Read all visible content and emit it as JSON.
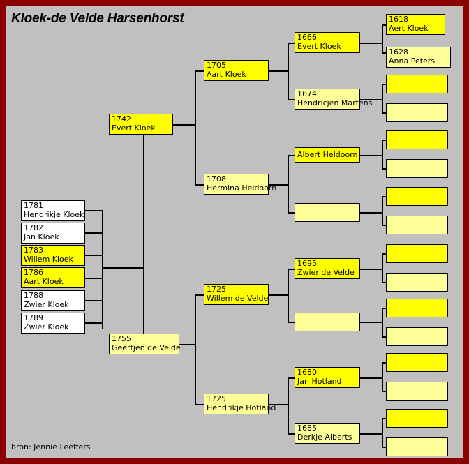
{
  "title": "Kloek-de Velde Harsenhorst",
  "source": "bron: Jennie Leeffers",
  "colors": {
    "page_border": "#8b0000",
    "canvas": "#c0c0c0",
    "male_fill": "#ffff00",
    "female_fill": "#ffff99",
    "child_fill": "#ffffff",
    "line": "#000000"
  },
  "children": [
    {
      "year": "1781",
      "name": "Hendrikje Kloek",
      "fill": "white"
    },
    {
      "year": "1782",
      "name": "Jan Kloek",
      "fill": "white"
    },
    {
      "year": "1783",
      "name": "Willem Kloek",
      "fill": "yellow"
    },
    {
      "year": "1786",
      "name": "Aart Kloek",
      "fill": "yellow"
    },
    {
      "year": "1788",
      "name": "Zwier Kloek",
      "fill": "white"
    },
    {
      "year": "1789",
      "name": "Zwier Kloek",
      "fill": "white"
    }
  ],
  "parents": [
    {
      "year": "1742",
      "name": "Evert Kloek",
      "fill": "yellow"
    },
    {
      "year": "1755",
      "name": "Geertjen de Velde",
      "fill": "pale-yellow"
    }
  ],
  "grandparents": [
    {
      "year": "1705",
      "name": "Aart Kloek",
      "fill": "yellow"
    },
    {
      "year": "1708",
      "name": "Hermina Heldoorn",
      "fill": "pale-yellow"
    },
    {
      "year": "1725",
      "name": "Willem de Velde",
      "fill": "yellow"
    },
    {
      "year": "1725",
      "name": "Hendrikje Hotland",
      "fill": "pale-yellow"
    }
  ],
  "great_grandparents": [
    {
      "year": "1666",
      "name": "Evert Kloek",
      "fill": "yellow"
    },
    {
      "year": "1674",
      "name": "Hendricjen Martens",
      "fill": "pale-yellow"
    },
    {
      "year": "",
      "name": "Albert Heldoorn",
      "fill": "yellow"
    },
    {
      "year": "",
      "name": "",
      "fill": "pale-yellow"
    },
    {
      "year": "1695",
      "name": "Zwier de Velde",
      "fill": "yellow"
    },
    {
      "year": "",
      "name": "",
      "fill": "pale-yellow"
    },
    {
      "year": "1680",
      "name": "Jan Hotland",
      "fill": "yellow"
    },
    {
      "year": "1685",
      "name": "Derkje Alberts",
      "fill": "pale-yellow"
    }
  ],
  "great_great_grandparents": [
    {
      "year": "1618",
      "name": "Aert Kloek",
      "fill": "yellow"
    },
    {
      "year": "1628",
      "name": "Anna Peters",
      "fill": "pale-yellow"
    },
    {
      "year": "",
      "name": "",
      "fill": "yellow"
    },
    {
      "year": "",
      "name": "",
      "fill": "pale-yellow"
    },
    {
      "year": "",
      "name": "",
      "fill": "yellow"
    },
    {
      "year": "",
      "name": "",
      "fill": "pale-yellow"
    },
    {
      "year": "",
      "name": "",
      "fill": "yellow"
    },
    {
      "year": "",
      "name": "",
      "fill": "pale-yellow"
    },
    {
      "year": "",
      "name": "",
      "fill": "yellow"
    },
    {
      "year": "",
      "name": "",
      "fill": "pale-yellow"
    },
    {
      "year": "",
      "name": "",
      "fill": "yellow"
    },
    {
      "year": "",
      "name": "",
      "fill": "pale-yellow"
    },
    {
      "year": "",
      "name": "",
      "fill": "yellow"
    },
    {
      "year": "",
      "name": "",
      "fill": "pale-yellow"
    },
    {
      "year": "",
      "name": "",
      "fill": "yellow"
    },
    {
      "year": "",
      "name": "",
      "fill": "pale-yellow"
    }
  ]
}
